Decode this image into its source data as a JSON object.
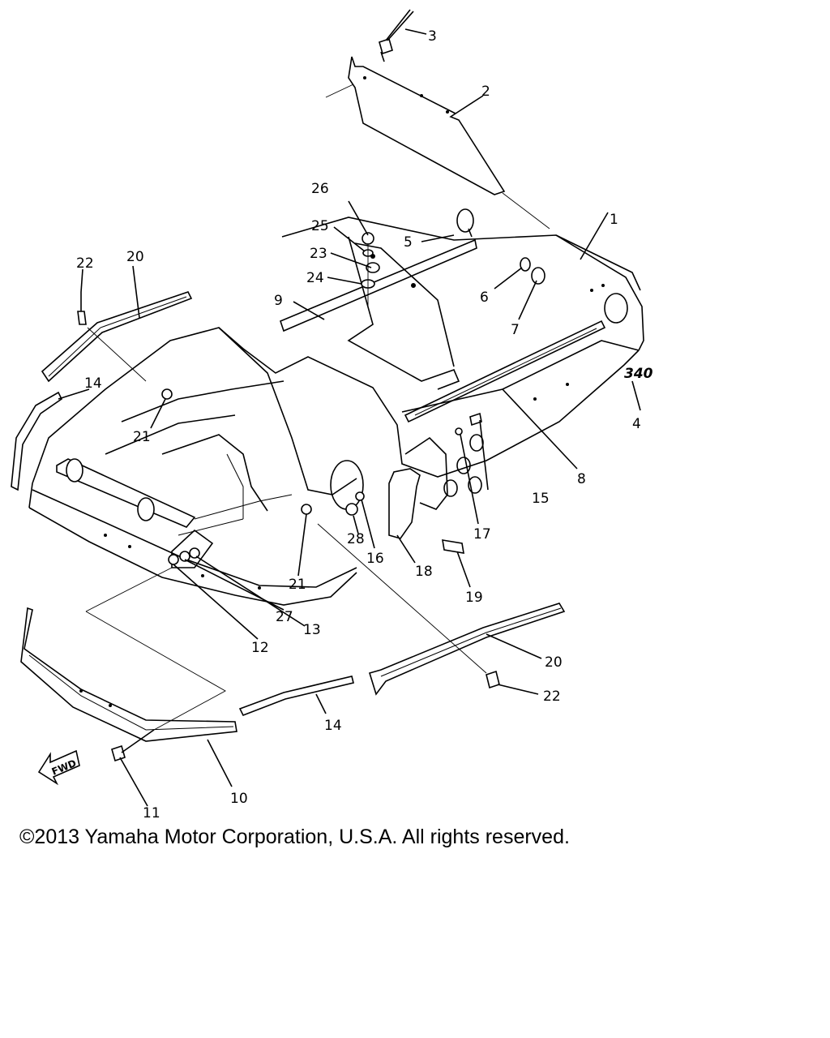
{
  "diagram": {
    "callouts": [
      "1",
      "2",
      "3",
      "4",
      "5",
      "6",
      "7",
      "8",
      "9",
      "10",
      "11",
      "12",
      "13",
      "14",
      "14",
      "15",
      "16",
      "17",
      "18",
      "19",
      "20",
      "20",
      "21",
      "21",
      "22",
      "22",
      "23",
      "24",
      "25",
      "26",
      "27",
      "28"
    ],
    "decal_text": "340",
    "fwd_label": "FWD"
  },
  "footer": {
    "copyright": "©2013 Yamaha Motor Corporation, U.S.A. All rights reserved."
  }
}
